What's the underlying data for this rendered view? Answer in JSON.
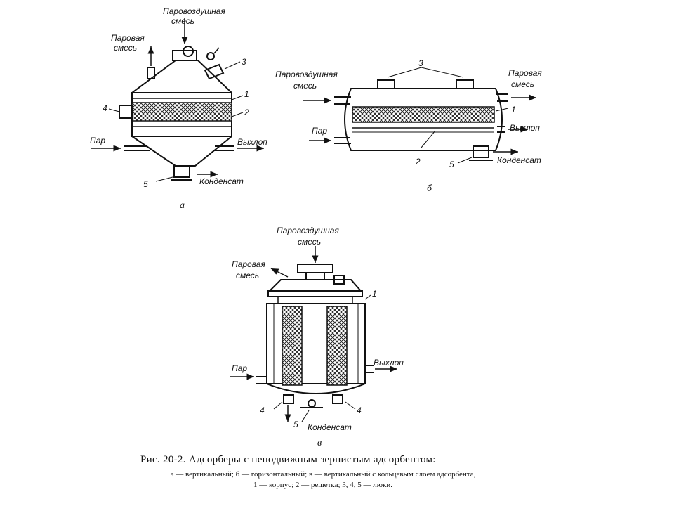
{
  "diagram_a": {
    "label_top_line1": "Паровоздушная",
    "label_top_line2": "смесь",
    "label_left_line1": "Паровая",
    "label_left_line2": "смесь",
    "label_steam": "Пар",
    "label_exhaust": "Выхлоп",
    "label_condensate": "Конденсат",
    "n1": "1",
    "n2": "2",
    "n3": "3",
    "n4": "4",
    "n5": "5",
    "sublabel": "а"
  },
  "diagram_b": {
    "label_left_line1": "Паровоздушная",
    "label_left_line2": "смесь",
    "label_right_line1": "Паровая",
    "label_right_line2": "смесь",
    "label_steam": "Пар",
    "label_exhaust": "Выхлоп",
    "label_condensate": "Конденсат",
    "n1": "1",
    "n2": "2",
    "n3": "3",
    "n5": "5",
    "sublabel": "б"
  },
  "diagram_c": {
    "label_top_line1": "Паровоздушная",
    "label_top_line2": "смесь",
    "label_left_line1": "Паровая",
    "label_left_line2": "смесь",
    "label_steam": "Пар",
    "label_exhaust": "Выхлоп",
    "label_condensate": "Конденсат",
    "n1": "1",
    "n4a": "4",
    "n4b": "4",
    "n5": "5",
    "sublabel": "в"
  },
  "caption": {
    "title": "Рис. 20-2. Адсорберы с неподвижным зернистым адсорбентом:",
    "line1": "а — вертикальный;  б — горизонтальный;  в — вертикальный  с  кольцевым  слоем  адсорбента,",
    "line2": "1 — корпус;  2 — решетка;  3,  4,  5 — люки."
  }
}
